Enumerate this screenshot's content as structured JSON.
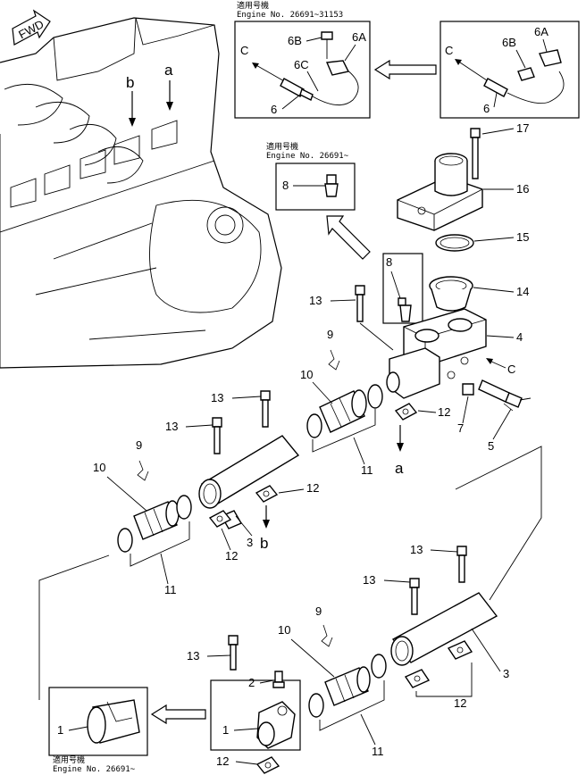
{
  "fwd_label": "FWD",
  "letters": {
    "a": "a",
    "b": "b",
    "c": "C"
  },
  "notes": {
    "top": {
      "line1": "適用号機",
      "line2": "Engine  No. 26691~31153"
    },
    "mid": {
      "line1": "適用号機",
      "line2": "Engine  No. 26691~"
    },
    "bottom": {
      "line1": "適用号機",
      "line2": "Engine  No. 26691~"
    }
  },
  "parts": {
    "p1": "1",
    "p2": "2",
    "p3": "3",
    "p4": "4",
    "p5": "5",
    "p6": "6",
    "p6a": "6A",
    "p6b": "6B",
    "p6c": "6C",
    "p7": "7",
    "p8": "8",
    "p9": "9",
    "p10": "10",
    "p11": "11",
    "p12": "12",
    "p13": "13",
    "p14": "14",
    "p15": "15",
    "p16": "16",
    "p17": "17"
  }
}
